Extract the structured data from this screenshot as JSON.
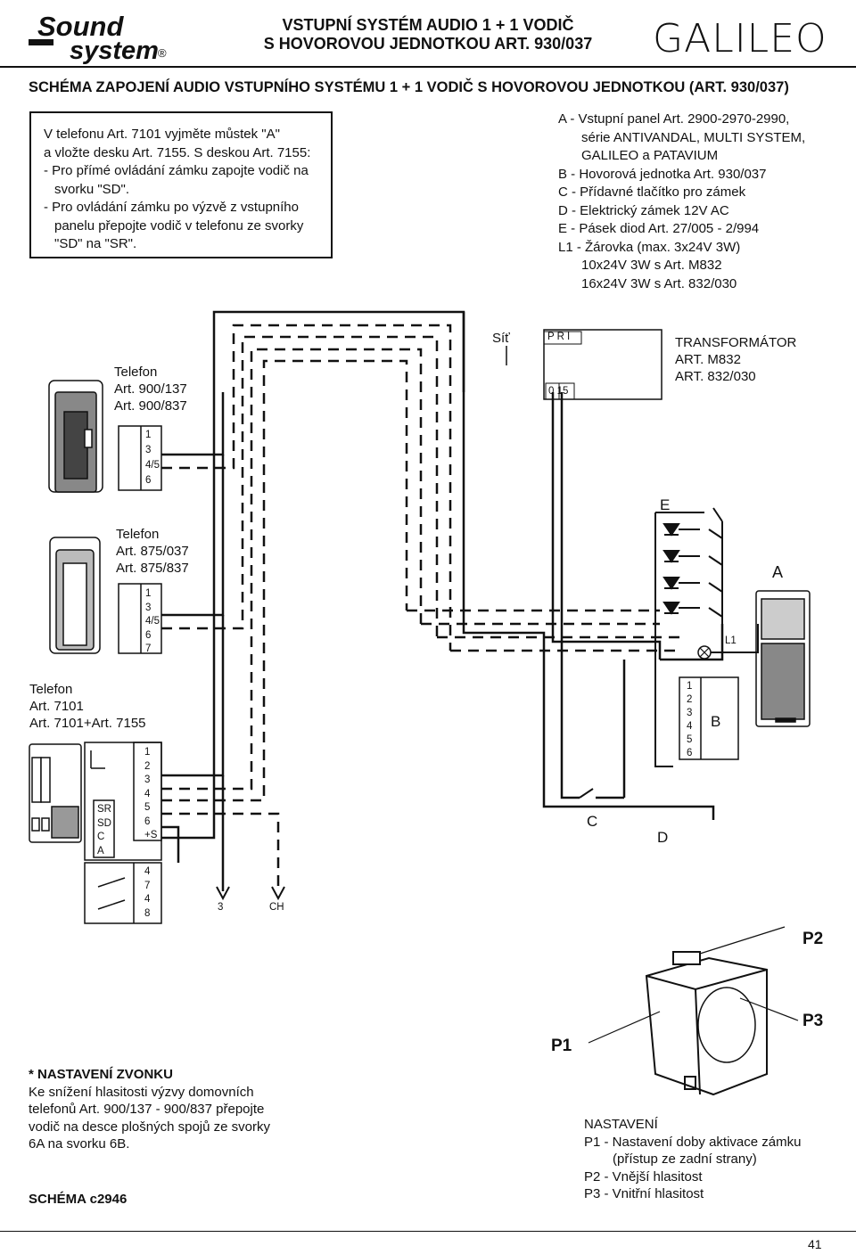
{
  "header": {
    "title_line1": "VSTUPNÍ SYSTÉM AUDIO 1 + 1 VODIČ",
    "title_line2": "S HOVOROVOU JEDNOTKOU ART. 930/037",
    "brand_left_top": "Sound",
    "brand_left_bottom": "system",
    "brand_left_mark": "®",
    "brand_right": "GALILEO"
  },
  "main_title": "SCHÉMA ZAPOJENÍ AUDIO VSTUPNÍHO SYSTÉMU 1 + 1 VODIČ S HOVOROVOU JEDNOTKOU (ART. 930/037)",
  "note_box": [
    "V telefonu Art. 7101 vyjměte můstek \"A\"",
    "a vložte desku Art. 7155. S deskou Art. 7155:",
    "- Pro přímé ovládání zámku zapojte vodič na",
    "  svorku \"SD\".",
    "- Pro ovládání zámku po výzvě z vstupního",
    "  panelu přepojte vodič v telefonu ze svorky",
    "  \"SD\" na \"SR\"."
  ],
  "legend": [
    "A - Vstupní panel Art. 2900-2970-2990,",
    "      série ANTIVANDAL, MULTI SYSTEM,",
    "      GALILEO a PATAVIUM",
    "B - Hovorová jednotka Art. 930/037",
    "C - Přídavné tlačítko pro zámek",
    "D - Elektrický zámek 12V AC",
    "E - Pásek diod Art. 27/005 - 2/994",
    "L1 - Žárovka (max. 3x24V 3W)",
    "      10x24V 3W s Art. M832",
    "      16x24V 3W s Art. 832/030"
  ],
  "phones": {
    "p1": {
      "l1": "Telefon",
      "l2": "Art. 900/137",
      "l3": "Art. 900/837",
      "terminals": [
        "1",
        "3",
        "4/5",
        "6"
      ]
    },
    "p2": {
      "l1": "Telefon",
      "l2": "Art. 875/037",
      "l3": "Art. 875/837",
      "terminals": [
        "1",
        "3",
        "4/5",
        "6",
        "7"
      ]
    },
    "p3": {
      "l1": "Telefon",
      "l2": "Art. 7101",
      "l3": "Art. 7101+Art. 7155",
      "terminals": [
        "1",
        "2",
        "3",
        "4",
        "5",
        "6",
        "+S"
      ],
      "board": [
        "SR",
        "SD",
        "C",
        "A"
      ],
      "lower": [
        "4",
        "7",
        "4",
        "8"
      ]
    }
  },
  "mains": "Síť",
  "transformer": {
    "pri": "PRI",
    "sec": "0  15",
    "l1": "TRANSFORMÁTOR",
    "l2": "ART. M832",
    "l3": "ART. 832/030"
  },
  "labels": {
    "E": "E",
    "A": "A",
    "L1": "L1",
    "B": "B",
    "C": "C",
    "D": "D",
    "t3": "3",
    "ch": "CH",
    "unit_terminals": [
      "1",
      "2",
      "3",
      "4",
      "5",
      "6"
    ]
  },
  "pots": {
    "p1": "P1",
    "p2": "P2",
    "p3": "P3"
  },
  "bell_note": [
    "* NASTAVENÍ ZVONKU",
    "Ke snížení hlasitosti výzvy domovních",
    "telefonů Art. 900/137 - 900/837 přepojte",
    "vodič na desce plošných spojů ze svorky",
    "6A na svorku 6B."
  ],
  "schema": "SCHÉMA c2946",
  "settings": [
    "NASTAVENÍ",
    "P1 - Nastavení doby aktivace zámku",
    "        (přístup ze zadní strany)",
    "P2 - Vnější hlasitost",
    "P3 - Vnitřní hlasitost"
  ],
  "page_number": "41"
}
